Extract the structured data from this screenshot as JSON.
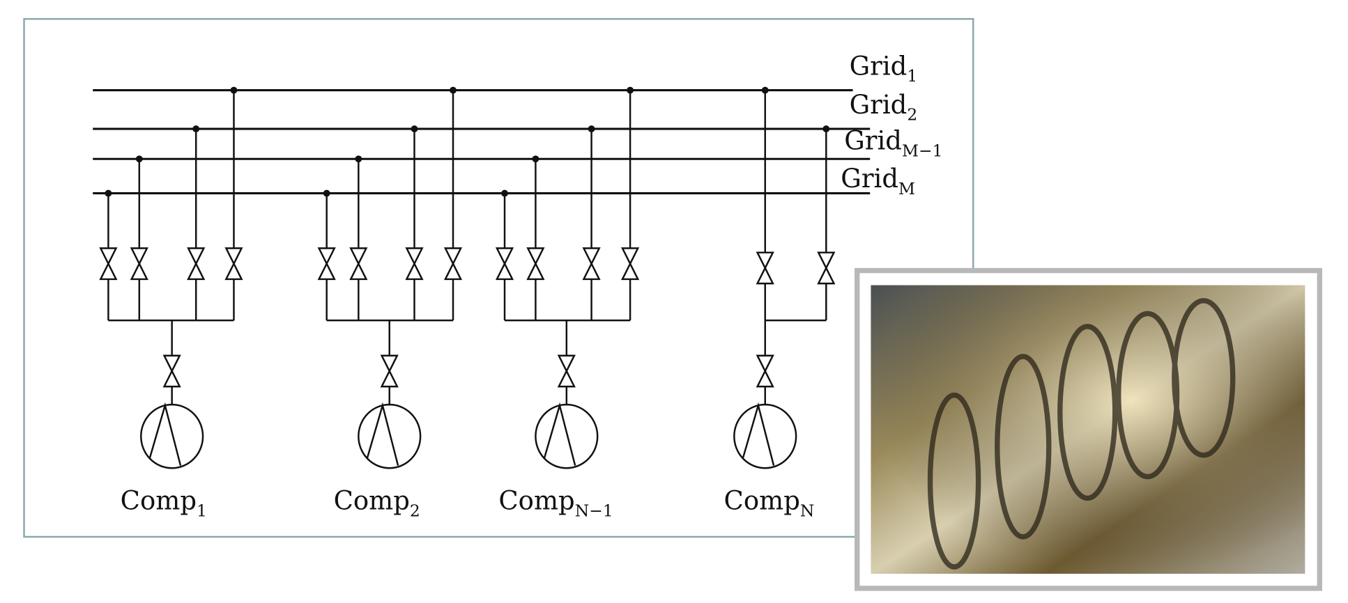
{
  "grids": [
    {
      "name": "Grid",
      "sub": "1"
    },
    {
      "name": "Grid",
      "sub": "2"
    },
    {
      "name": "Grid",
      "sub": "M−1"
    },
    {
      "name": "Grid",
      "sub": "M"
    }
  ],
  "compressors": [
    {
      "name": "Comp",
      "sub": "1"
    },
    {
      "name": "Comp",
      "sub": "2"
    },
    {
      "name": "Comp",
      "sub": "N−1"
    },
    {
      "name": "Comp",
      "sub": "N"
    }
  ],
  "colors": {
    "frame": "#8aa8ac",
    "line": "#111111",
    "photo_border": "#b8b8b8"
  }
}
